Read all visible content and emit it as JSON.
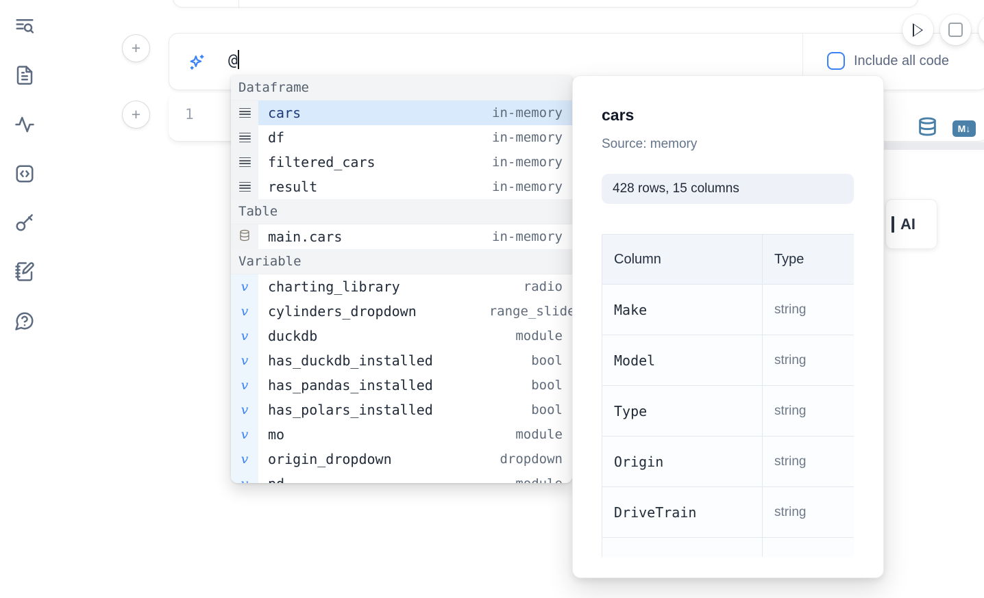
{
  "ui": {
    "add_cell_label": "+"
  },
  "sidebar": {
    "items": [
      {
        "icon": "text-search-icon"
      },
      {
        "icon": "file-document-icon"
      },
      {
        "icon": "activity-icon"
      },
      {
        "icon": "code-square-icon"
      },
      {
        "icon": "key-icon"
      },
      {
        "icon": "notebook-pen-icon"
      },
      {
        "icon": "help-chat-icon"
      }
    ]
  },
  "prompt_panel": {
    "input_value": "@",
    "include_all_code_label": "Include all code"
  },
  "cell": {
    "line_number": "1",
    "markdown_badge": "M↓"
  },
  "ai_card": {
    "label": "AI"
  },
  "autocomplete": {
    "sections": [
      {
        "label": "Dataframe",
        "items": [
          {
            "name": "cars",
            "type": "in-memory",
            "icon": "rows-icon",
            "selected": true
          },
          {
            "name": "df",
            "type": "in-memory",
            "icon": "rows-icon",
            "selected": false
          },
          {
            "name": "filtered_cars",
            "type": "in-memory",
            "icon": "rows-icon",
            "selected": false
          },
          {
            "name": "result",
            "type": "in-memory",
            "icon": "rows-icon",
            "selected": false
          }
        ]
      },
      {
        "label": "Table",
        "items": [
          {
            "name": "main.cars",
            "type": "in-memory",
            "icon": "database-icon",
            "selected": false
          }
        ]
      },
      {
        "label": "Variable",
        "items": [
          {
            "name": "charting_library",
            "type": "radio",
            "icon": "variable-icon",
            "selected": false
          },
          {
            "name": "cylinders_dropdown",
            "type": "range_slider",
            "icon": "variable-icon",
            "selected": false
          },
          {
            "name": "duckdb",
            "type": "module",
            "icon": "variable-icon",
            "selected": false
          },
          {
            "name": "has_duckdb_installed",
            "type": "bool",
            "icon": "variable-icon",
            "selected": false
          },
          {
            "name": "has_pandas_installed",
            "type": "bool",
            "icon": "variable-icon",
            "selected": false
          },
          {
            "name": "has_polars_installed",
            "type": "bool",
            "icon": "variable-icon",
            "selected": false
          },
          {
            "name": "mo",
            "type": "module",
            "icon": "variable-icon",
            "selected": false
          },
          {
            "name": "origin_dropdown",
            "type": "dropdown",
            "icon": "variable-icon",
            "selected": false
          },
          {
            "name": "pd",
            "type": "module",
            "icon": "variable-icon",
            "selected": false
          }
        ]
      }
    ],
    "variable_glyph": "v"
  },
  "preview": {
    "title": "cars",
    "source": "Source: memory",
    "shape": "428 rows, 15 columns",
    "table": {
      "headers": [
        "Column",
        "Type"
      ],
      "rows": [
        [
          "Make",
          "string"
        ],
        [
          "Model",
          "string"
        ],
        [
          "Type",
          "string"
        ],
        [
          "Origin",
          "string"
        ],
        [
          "DriveTrain",
          "string"
        ]
      ]
    }
  },
  "colors": {
    "accent_blue": "#3b82f6",
    "selected_row_bg": "#d9eafc",
    "steel_blue": "#4b80a8",
    "sidebar_icon": "#5d6b81",
    "section_header_bg": "#f3f4f6"
  }
}
